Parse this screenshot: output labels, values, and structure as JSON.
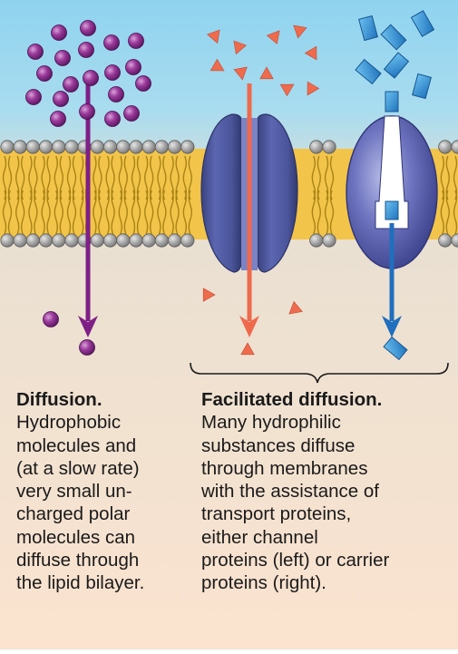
{
  "colors": {
    "background_top": "#8fd3ef",
    "background_bottom": "#fbe3cf",
    "membrane_tail": "#f2c449",
    "membrane_head": "#9a9a9a",
    "diffusion_molecule": "#8a2a8a",
    "hydrophilic_triangle": "#ef6b4e",
    "carrier_substrate": "#3b8fd4",
    "channel_protein": "#4e58a0",
    "carrier_protein": "#5a5fae",
    "arrow_purple": "#7e1f86",
    "arrow_orange": "#ee6a4d",
    "arrow_blue": "#1f6fbe"
  },
  "left_caption": {
    "title": "Diffusion.",
    "lines": [
      "Hydrophobic",
      "molecules and",
      "(at a slow rate)",
      "very small un-",
      "charged polar",
      "molecules can",
      "diffuse through",
      "the lipid bilayer."
    ]
  },
  "right_caption": {
    "title": "Facilitated diffusion.",
    "lines": [
      "Many hydrophilic",
      "substances diffuse",
      "through membranes",
      "with the assistance of",
      "transport proteins,",
      "either channel",
      "proteins (left) or carrier",
      "proteins (right)."
    ]
  },
  "icons": {
    "diffusion_molecule": "purple-sphere-icon",
    "hydrophilic_molecule": "orange-triangle-icon",
    "carrier_substrate": "blue-rectangle-icon"
  }
}
